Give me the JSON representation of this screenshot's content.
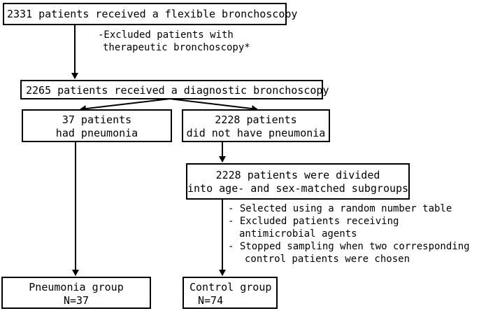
{
  "boxes": {
    "flexible": {
      "text": "2331 patients received a flexible bronchoscopy"
    },
    "diagnostic": {
      "text": "2265 patients received a diagnostic bronchoscopy"
    },
    "pneumonia": {
      "line1": "37 patients",
      "line2": "had pneumonia"
    },
    "no_pneumonia": {
      "line1": "2228 patients",
      "line2": "did not have pneumonia"
    },
    "divided": {
      "line1": "2228 patients were divided",
      "line2": "into age- and sex-matched subgroups"
    },
    "pneumonia_group": {
      "line1": "Pneumonia group",
      "line2": "N=37"
    },
    "control_group": {
      "line1": "Control group",
      "line2": "N=74"
    }
  },
  "notes": {
    "excluded_therapeutic": {
      "line1": "-Excluded patients with",
      "line2": "therapeutic bronchoscopy*"
    },
    "selection": {
      "item1": "-  Selected using a random number table",
      "item2_line1": "-  Excluded patients receiving",
      "item2_line2": "antimicrobial agents",
      "item3_line1": "-  Stopped sampling when two corresponding",
      "item3_line2": "control patients were chosen"
    }
  }
}
